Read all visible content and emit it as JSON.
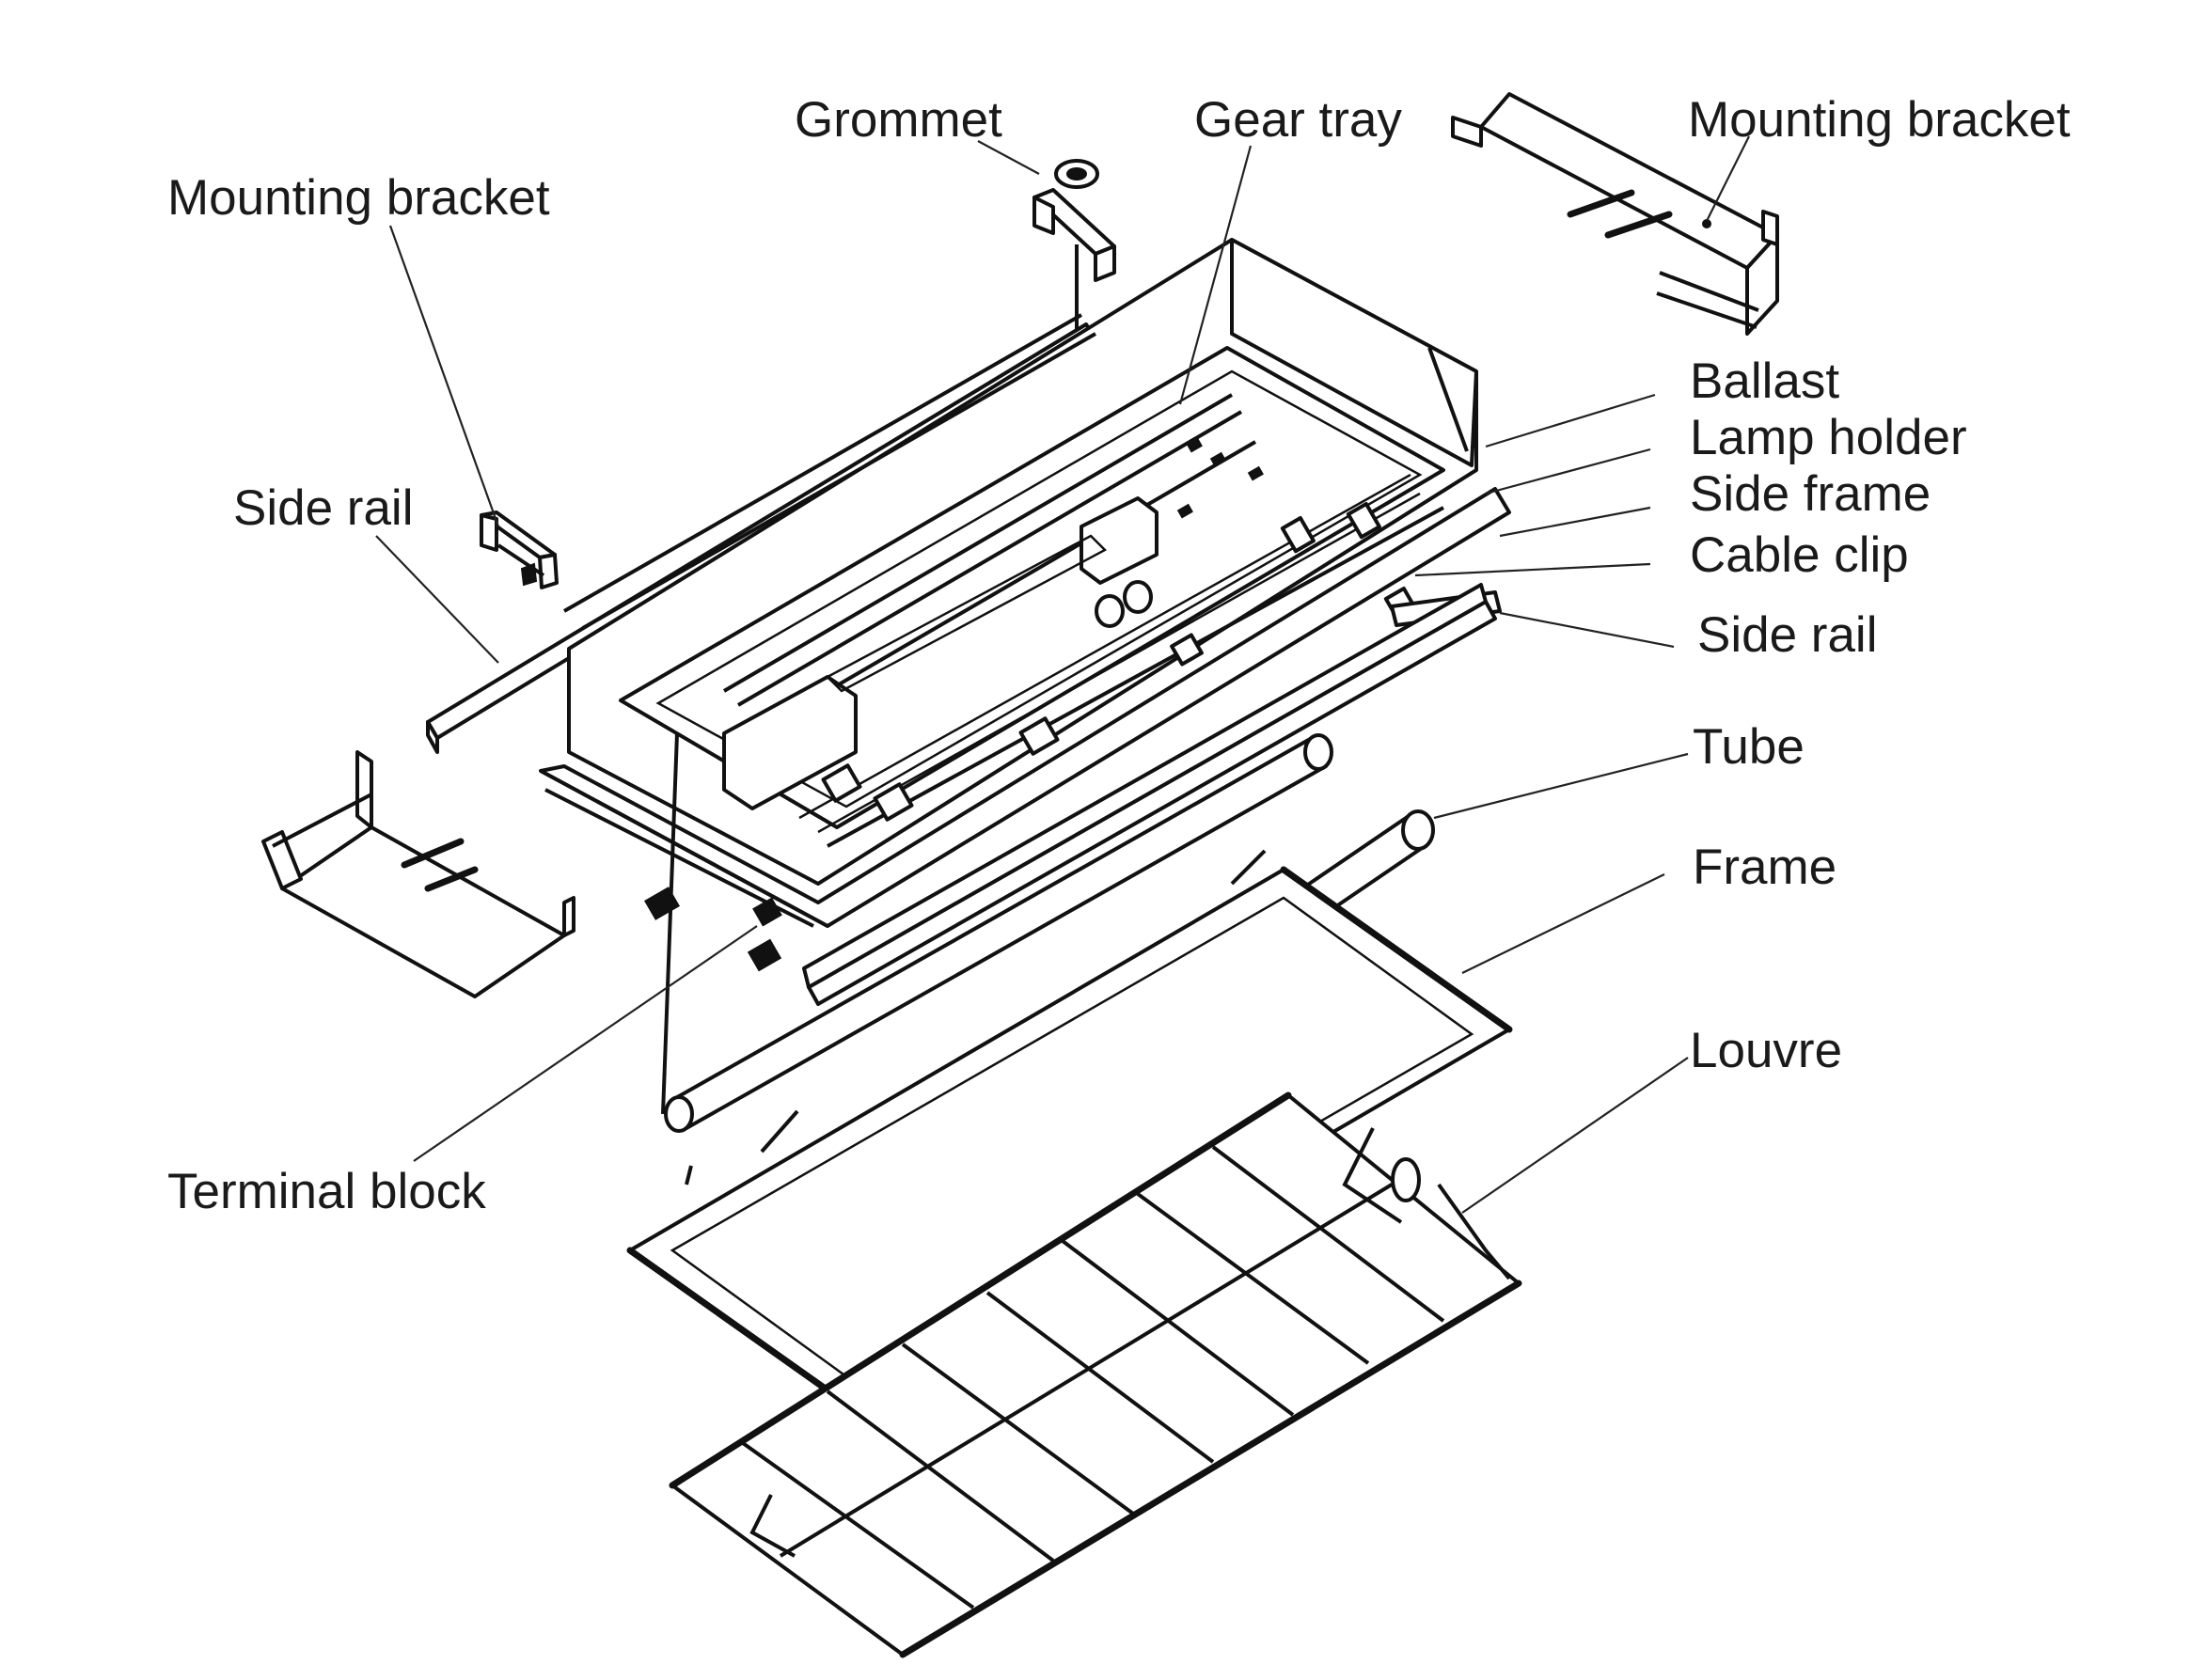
{
  "labels": {
    "grommet": "Grommet",
    "gear_tray": "Gear tray",
    "mounting_bracket_right": "Mounting bracket",
    "mounting_bracket_left": "Mounting bracket",
    "side_rail_left": "Side rail",
    "ballast": "Ballast",
    "lamp_holder": "Lamp holder",
    "side_frame": "Side frame",
    "cable_clip": "Cable clip",
    "side_rail_right": "Side rail",
    "tube": "Tube",
    "frame": "Frame",
    "louvre": "Louvre",
    "terminal_block": "Terminal block"
  },
  "colors": {
    "line": "#111111",
    "text": "#1a1a1a",
    "background": "#ffffff"
  }
}
